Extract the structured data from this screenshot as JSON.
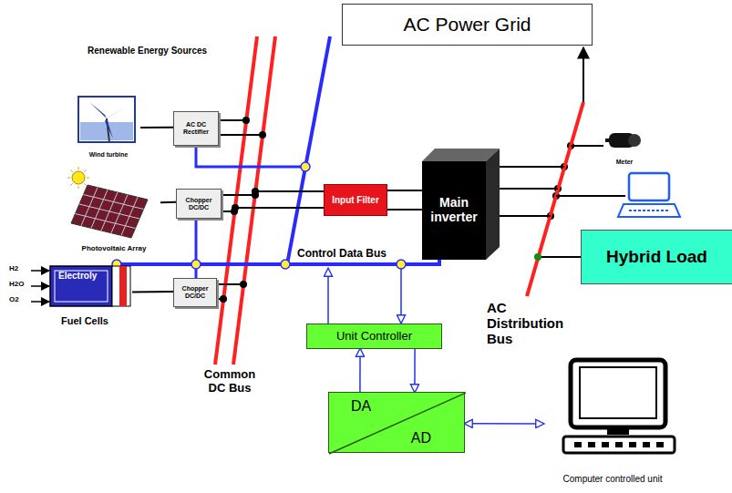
{
  "diagram": {
    "nodes": [
      {
        "text": [
          "AC Power Grid"
        ]
      },
      {
        "text": [
          "Wind turbine"
        ]
      },
      {
        "text": [
          "AC DC Rectifier"
        ]
      },
      {
        "text": [
          "Photovoltaic Array"
        ]
      },
      {
        "text": [
          "Chopper DC/DC"
        ]
      },
      {
        "text": [
          "Input Filter"
        ]
      },
      {
        "text": [
          "Main inverter"
        ]
      },
      {
        "text": [
          "Electroly",
          "Fuel Cells"
        ]
      },
      {
        "text": [
          "Chopper DC/DC"
        ]
      },
      {
        "text": [
          "Hybrid Load"
        ]
      },
      {
        "text": [
          "Unit Controller"
        ]
      },
      {
        "text": [
          "DA",
          "AD"
        ]
      },
      {
        "text": [
          "Computer controlled unit"
        ]
      },
      {
        "text": [
          "Meter"
        ]
      }
    ],
    "edges": [
      {
        "from": 1,
        "to": 2,
        "arrow": "none"
      },
      {
        "from": 3,
        "to": 4,
        "arrow": "none"
      },
      {
        "from": 7,
        "to": 8,
        "arrow": "none"
      },
      {
        "from": 5,
        "to": 6,
        "arrow": "none"
      },
      {
        "from": 10,
        "to": 11,
        "arrow": "to"
      },
      {
        "from": 11,
        "to": 10,
        "arrow": "to"
      },
      {
        "from": 11,
        "to": 12,
        "arrow": "both"
      }
    ],
    "labels": [
      "Renewable Energy Sources",
      "H2",
      "H2O",
      "O2",
      "Control Data Bus",
      "Common DC Bus",
      "AC Distribution Bus"
    ]
  }
}
